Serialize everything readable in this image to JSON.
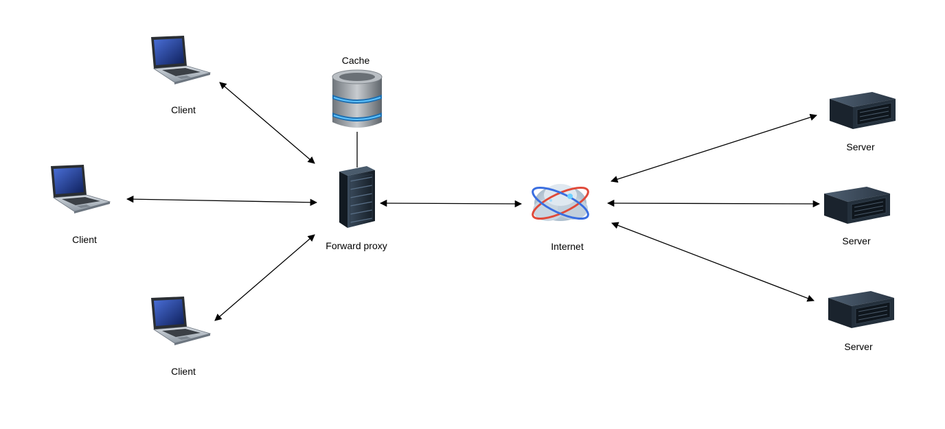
{
  "nodes": {
    "client_top": {
      "label": "Client",
      "icon": "laptop-icon"
    },
    "client_mid": {
      "label": "Client",
      "icon": "laptop-icon"
    },
    "client_bottom": {
      "label": "Client",
      "icon": "laptop-icon"
    },
    "cache": {
      "label": "Cache",
      "icon": "database-icon"
    },
    "proxy": {
      "label": "Forward proxy",
      "icon": "server-rack-icon"
    },
    "internet": {
      "label": "Internet",
      "icon": "cloud-globe-icon"
    },
    "server_top": {
      "label": "Server",
      "icon": "server-icon"
    },
    "server_mid": {
      "label": "Server",
      "icon": "server-icon"
    },
    "server_bottom": {
      "label": "Server",
      "icon": "server-icon"
    }
  },
  "colors": {
    "arrow": "#000000",
    "laptop_screen": "#1d3a8a",
    "laptop_body": "#a9b3bd",
    "db_body": "#8d9399",
    "db_ring": "#3aa0e0",
    "rack": "#1e2a36",
    "server_body": "#2a3644",
    "orbit_red": "#e04a3a",
    "orbit_blue": "#3a6ee0"
  }
}
